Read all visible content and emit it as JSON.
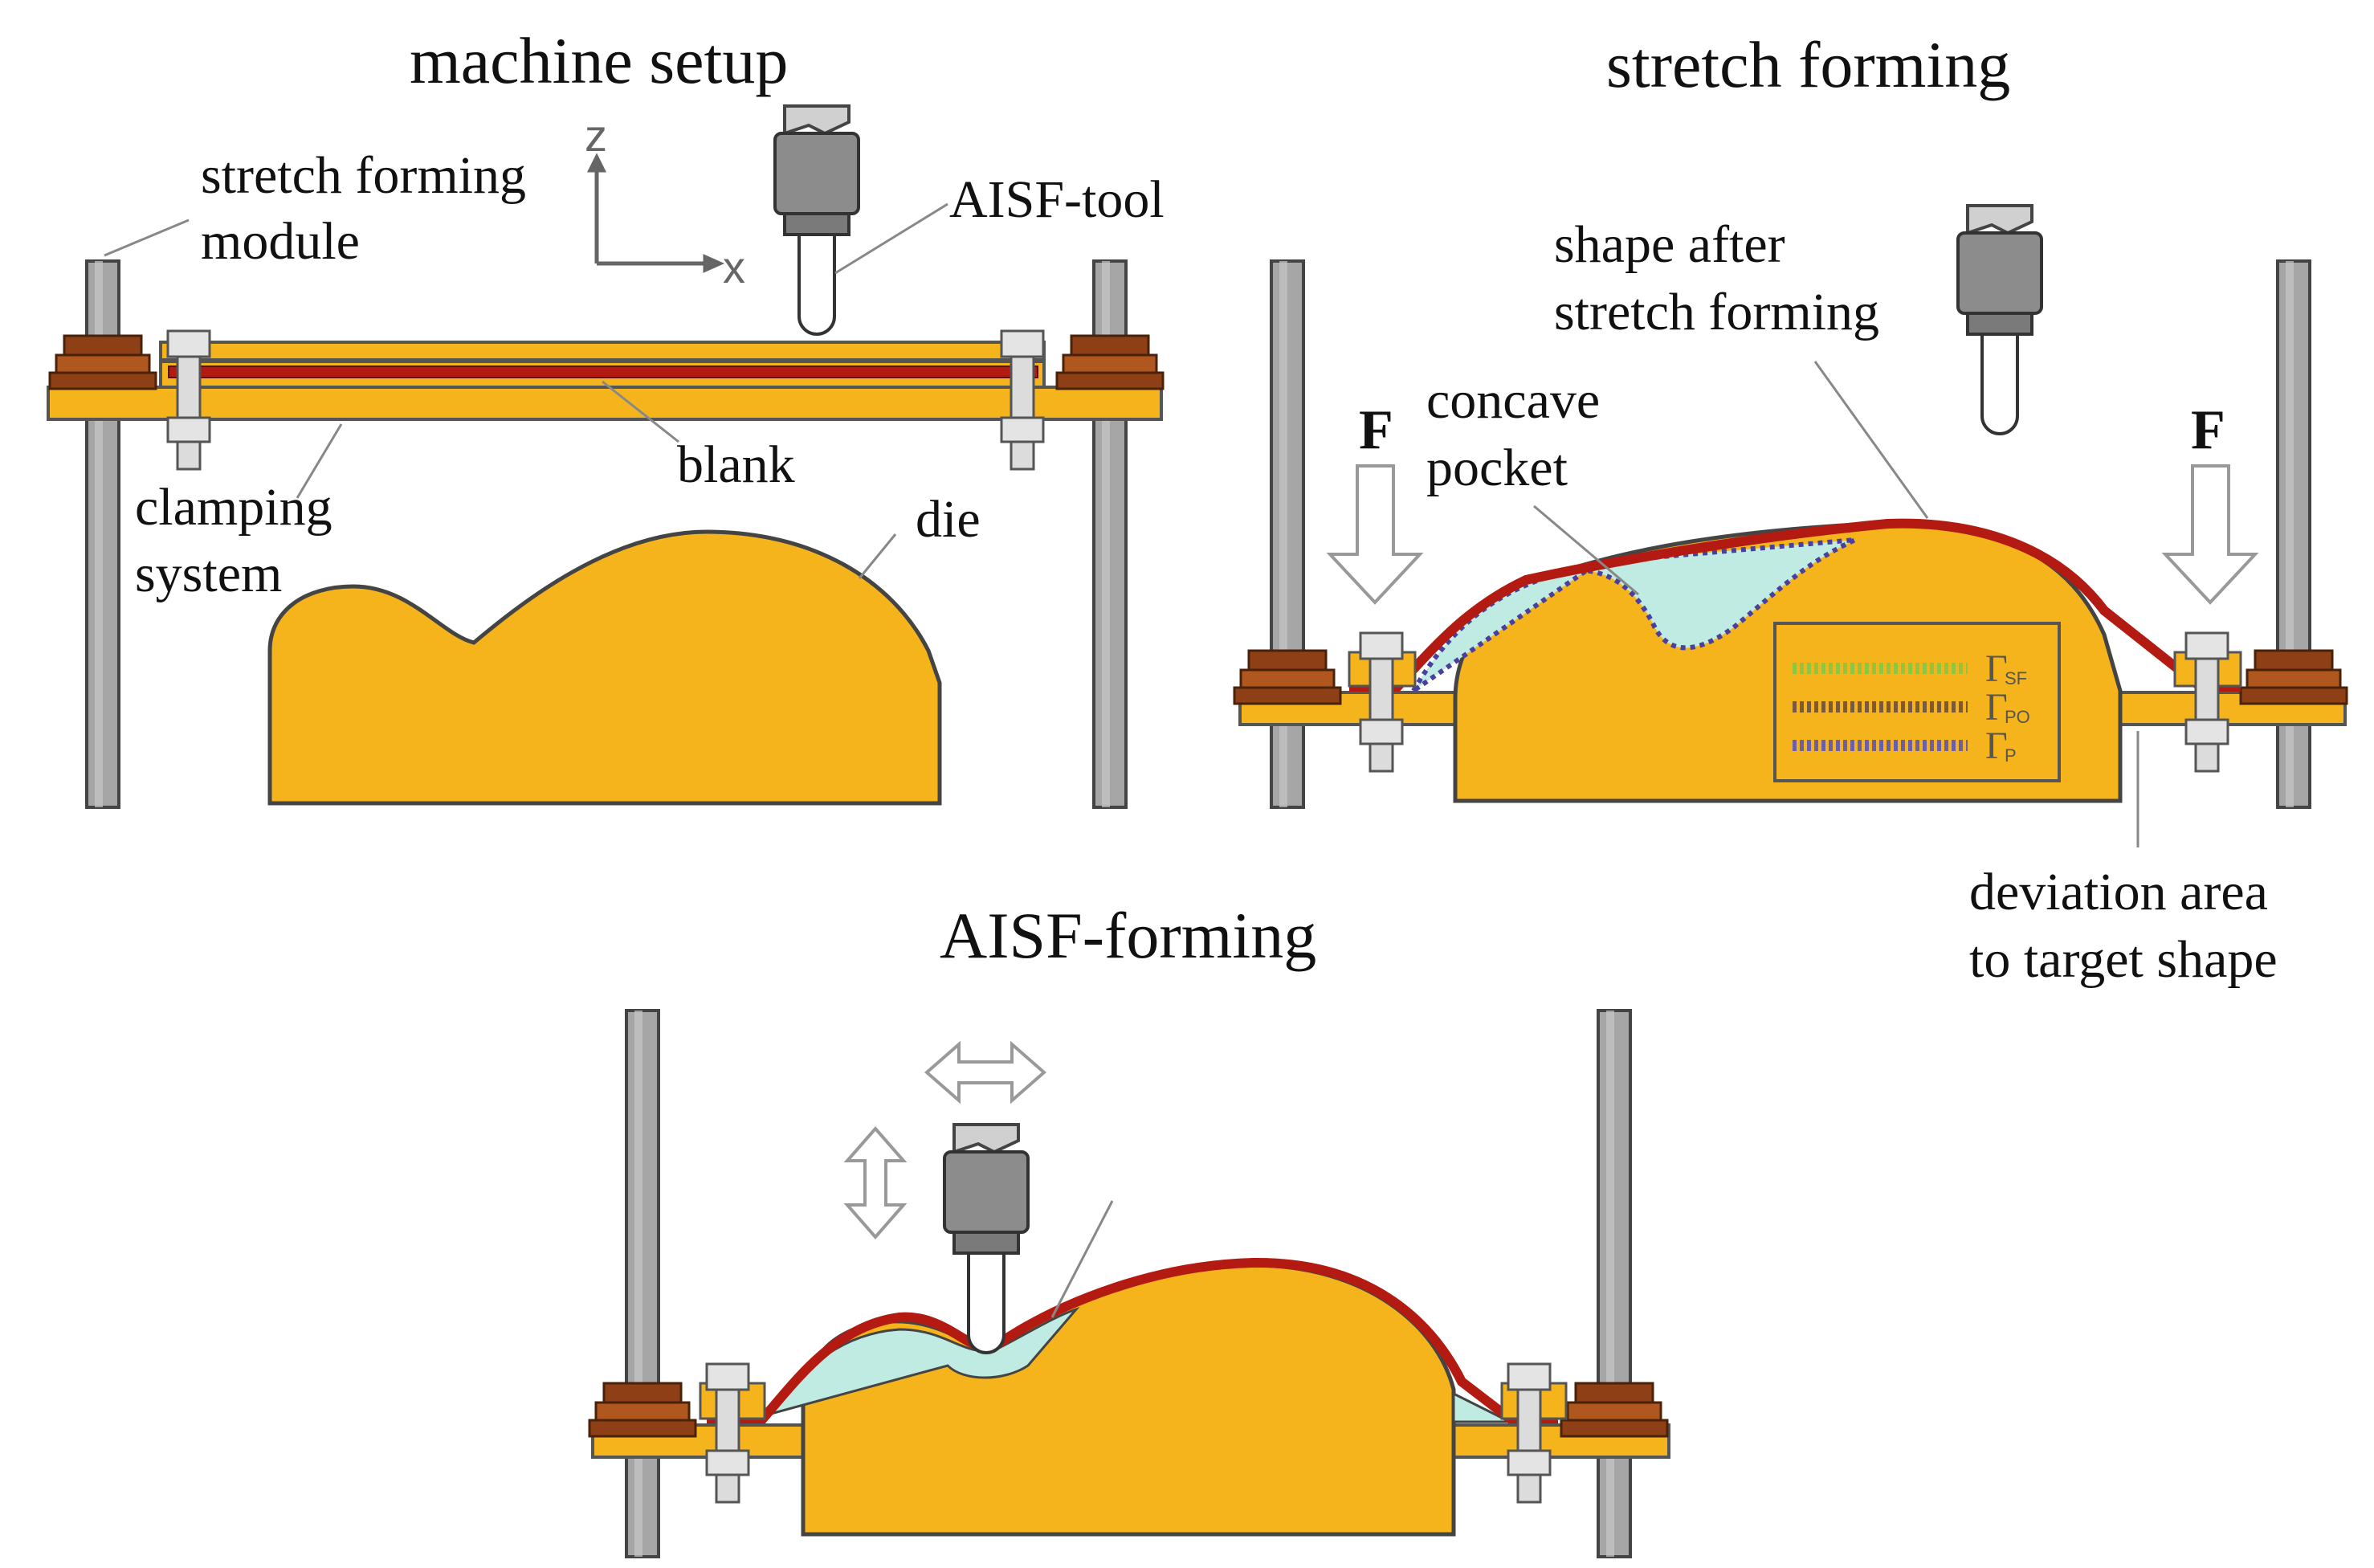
{
  "colors": {
    "die": "#F6B41C",
    "blank": "#B31B12",
    "pillar": "#A6A6A6",
    "nut": "#B0561F",
    "deviation_fill": "#BFEBE3",
    "gamma_sf": "#8EC63F",
    "gamma_po": "#7A5A3A",
    "gamma_p": "#6A5FA8"
  },
  "panels": {
    "setup": {
      "title": "machine setup",
      "stretch_module_line1": "stretch forming",
      "stretch_module_line2": "module",
      "axis_z": "z",
      "axis_x": "x",
      "tool": "AISF-tool",
      "blank": "blank",
      "clamping_line1": "clamping",
      "clamping_line2": "system",
      "die": "die"
    },
    "stretch": {
      "title": "stretch forming",
      "shape_line1": "shape after",
      "shape_line2": "stretch forming",
      "concave_line1": "concave",
      "concave_line2": "pocket",
      "force_left": "F",
      "force_right": "F",
      "deviation_line1": "deviation area",
      "deviation_line2": "to target shape",
      "legend": [
        {
          "symbol": "Γ",
          "sub": "SF"
        },
        {
          "symbol": "Γ",
          "sub": "PO"
        },
        {
          "symbol": "Γ",
          "sub": "P"
        }
      ]
    },
    "aisf": {
      "title": "AISF-forming"
    }
  }
}
